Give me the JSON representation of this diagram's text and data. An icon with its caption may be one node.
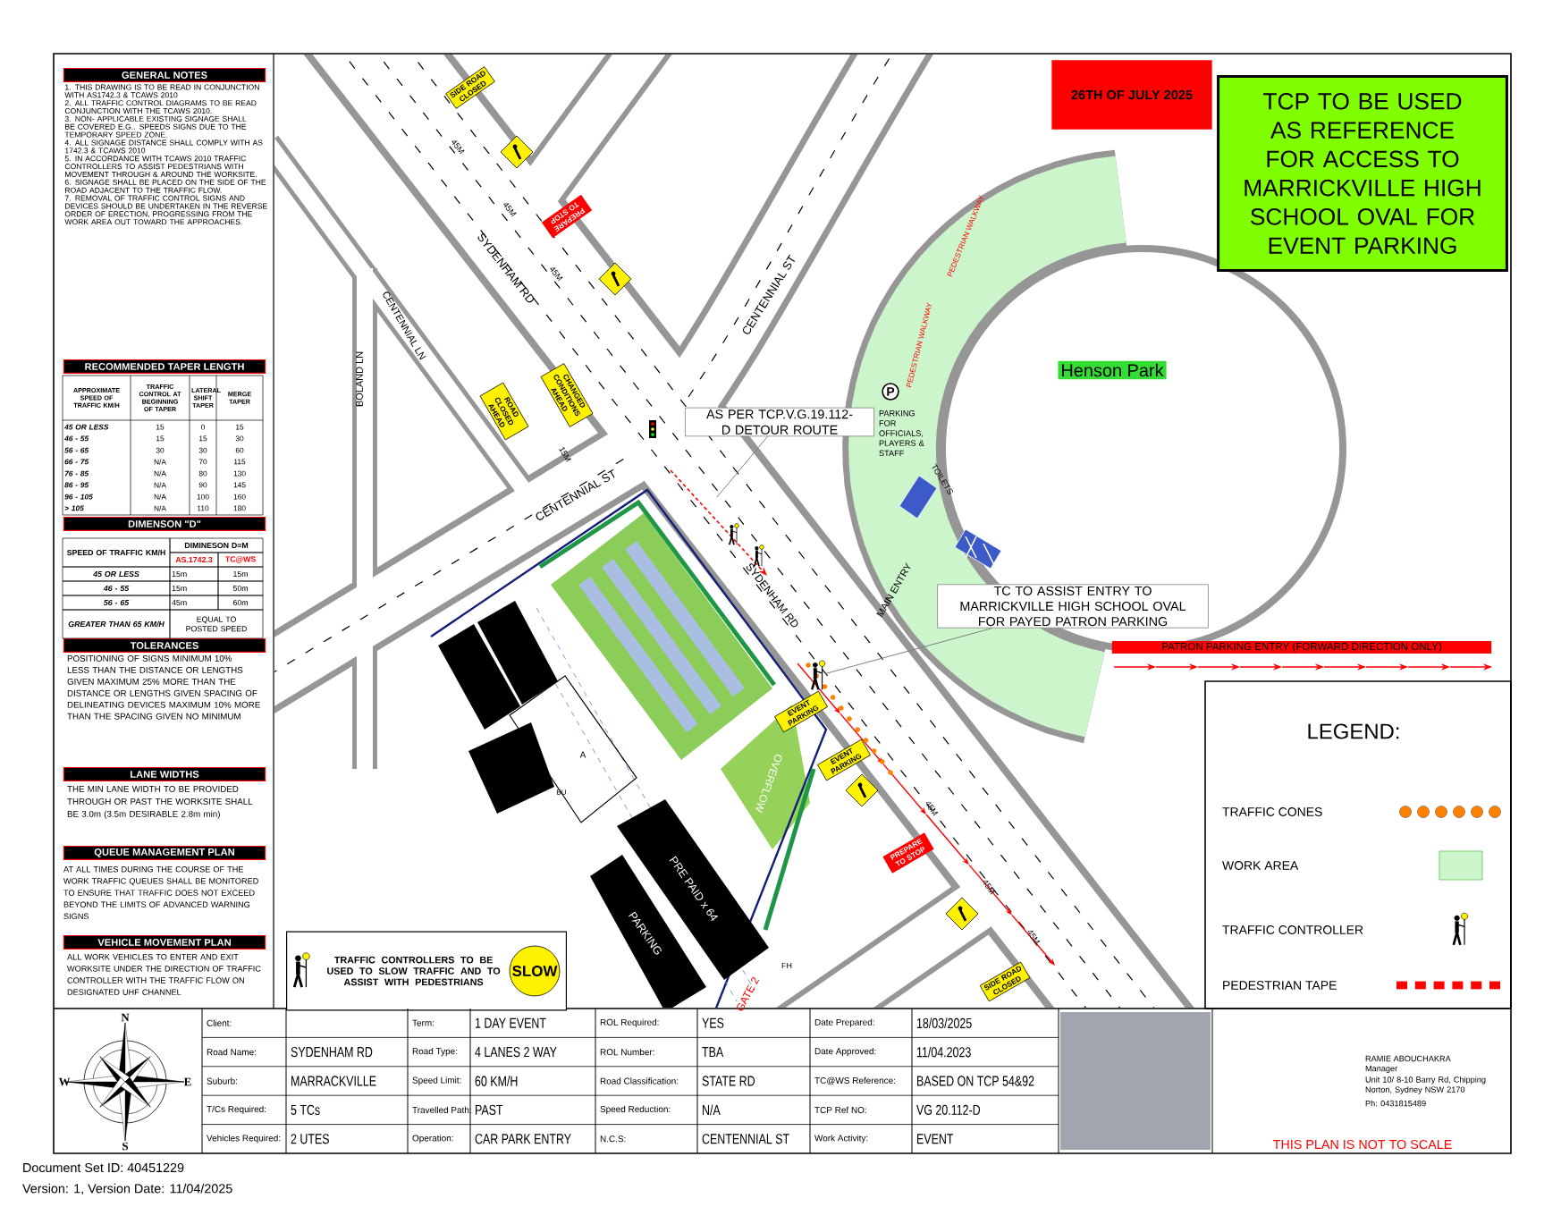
{
  "diagram": {
    "nodes": [
      {
        "text": [
          "GENERAL NOTES"
        ]
      },
      {
        "text": [
          "RECOMMENDED TAPER LENGTH"
        ]
      },
      {
        "text": [
          "DIMENSON \"D\""
        ]
      },
      {
        "text": [
          "TOLERANCES"
        ]
      },
      {
        "text": [
          "LANE WIDTHS"
        ]
      },
      {
        "text": [
          "QUEUE MANAGEMENT PLAN"
        ]
      },
      {
        "text": [
          "VEHICLE MOVEMENT PLAN"
        ]
      },
      {
        "text": [
          "SIDE ROAD CLOSED"
        ]
      },
      {
        "text": [
          "PREPARE TO STOP"
        ]
      },
      {
        "text": [
          "26TH OF JULY 2025"
        ]
      },
      {
        "text": [
          "TCP TO BE USED AS REFERENCE FOR ACCESS TO MARRICKVILLE HIGH SCHOOL OVAL FOR EVENT PARKING"
        ]
      },
      {
        "text": [
          "ROAD CLOSED AHEAD"
        ]
      },
      {
        "text": [
          "CHANGED CONDITIONS AHEAD"
        ]
      },
      {
        "text": [
          "Henson Park"
        ]
      },
      {
        "text": [
          "AS PER TCP.V.G.19.112-D DETOUR ROUTE"
        ]
      },
      {
        "text": [
          "TC TO ASSIST ENTRY TO MARRICKVILLE HIGH SCHOOL OVAL FOR PAYED PATRON PARKING"
        ]
      },
      {
        "text": [],
        "shape": "person"
      },
      {
        "text": [
          "PATRON PARKING ENTRY (FORWARD DIRECTION ONLY)"
        ]
      },
      {
        "text": [
          "EVENT PARKING"
        ]
      },
      {
        "text": [
          "EVENT PARKING"
        ]
      },
      {
        "text": [
          "PREPARE TO STOP"
        ]
      },
      {
        "text": [
          "SIDE ROAD CLOSED"
        ]
      },
      {
        "text": [
          "TRAFFIC CONTROLLERS TO BE USED TO SLOW TRAFFIC AND TO ASSIST WITH PEDESTRIANS"
        ]
      },
      {
        "text": [
          "SLOW"
        ],
        "in": 22
      }
    ],
    "edges": [
      {
        "from": 14,
        "to": null,
        "arrow": "none"
      },
      {
        "from": 15,
        "to": 16,
        "arrow": "none"
      }
    ],
    "labels": [
      "1. THIS DRAWING IS TO BE READ IN CONJUNCTION WITH AS1742.3 & TCAWS 2010",
      "2. ALL TRAFFIC CONTROL DIAGRAMS TO BE READ CONJUNCTION WITH THE TCAWS 2010.",
      "3. NON- APPLICABLE EXISTING SIGNAGE SHALL BE COVERED E.G.. SPEEDS SIGNS DUE TO THE TEMPORARY SPEED ZONE.",
      "4. ALL SIGNAGE DISTANCE SHALL COMPLY WITH AS 1742.3 & TCAWS 2010",
      "5. IN ACCORDANCE WITH TCAWS 2010 TRAFFIC CONTROLLERS TO ASSIST PEDESTRIANS WITH MOVEMENT THROUGH & AROUND THE WORKSITE.",
      "6. SIGNAGE SHALL BE PLACED ON THE SIDE OF THE ROAD ADJACENT TO THE TRAFFIC FLOW.",
      "7. REMOVAL OF TRAFFIC CONTROL SIGNS AND DEVICES SHOULD BE UNDERTAKEN IN THE REVERSE ORDER OF ERECTION, PROGRESSING FROM THE WORK AREA OUT TOWARD THE APPROACHES.",
      "APPROXIMATE SPEED OF TRAFFIC KM/H",
      "TRAFFIC CONTROL AT BEGINNING OF TAPER",
      "LATERAL SHIFT TAPER",
      "MERGE TAPER",
      "45 OR LESS",
      "15",
      "0",
      "15",
      "46 - 55",
      "15",
      "15",
      "30",
      "56 - 65",
      "30",
      "30",
      "60",
      "66 - 75",
      "N/A",
      "70",
      "115",
      "76 - 85",
      "N/A",
      "80",
      "130",
      "86 - 95",
      "N/A",
      "90",
      "145",
      "96 - 105",
      "N/A",
      "100",
      "160",
      "> 105",
      "N/A",
      "110",
      "180",
      "SPEED OF TRAFFIC KM/H",
      "DIMINESON D=M",
      "AS.1742.3",
      "TC@WS",
      "45 OR LESS",
      "15m",
      "15m",
      "46 - 55",
      "15m",
      "50m",
      "56 - 65",
      "45m",
      "60m",
      "GREATER THAN 65 KM/H",
      "EQUAL TO POSTED SPEED",
      "POSITIONING OF SIGNS MINIMUM 10% LESS THAN THE DISTANCE OR LENGTHS GIVEN MAXIMUM 25% MORE THAN THE DISTANCE OR LENGTHS GIVEN SPACING OF DELINEATING DEVICES MAXIMUM 10% MORE THAN THE SPACING GIVEN NO MINIMUM",
      "THE MIN LANE WIDTH TO BE PROVIDED THROUGH OR PAST THE WORKSITE SHALL BE 3.0m (3.5m DESIRABLE 2.8m min)",
      "AT ALL TIMES DURING THE COURSE OF THE WORK TRAFFIC QUEUES SHALL BE MONITORED TO ENSURE THAT TRAFFIC DOES NOT EXCEED BEYOND THE LIMITS OF ADVANCED WARNING SIGNS",
      "ALL WORK VEHICLES TO ENTER AND EXIT WORKSITE UNDER THE DIRECTION OF TRAFFIC CONTROLLER WITH THE TRAFFIC FLOW ON DESIGNATED UHF CHANNEL",
      "45M",
      "45M",
      "45M",
      "SYDENHAM RD",
      "CENTENNIAL LN",
      "BOLAND LN",
      "CENTENNIAL ST",
      "PEDESTRIAN WALKWAY",
      "PEDESTRIAN WALKWAY",
      "PARKING FOR OFFICIALS, PLAYERS & STAFF",
      "15M",
      "CENTENNIAL ST",
      "TOILETS",
      "SYDENHAM RD",
      "MAIN ENTRY",
      "A",
      "BU",
      "OVERFLOW",
      "45M",
      "PRE PAID x 64",
      "45M",
      "PARKING",
      "45M",
      "FH",
      "GATE 2",
      "LEGEND:",
      "N",
      "W",
      "E",
      "S",
      "Client:",
      "Term:",
      "1 DAY EVENT",
      "ROL Required:",
      "YES",
      "Date Prepared:",
      "18/03/2025",
      "Road Name:",
      "SYDENHAM RD",
      "Road Type:",
      "4 LANES 2 WAY",
      "ROL Number:",
      "TBA",
      "Date Approved:",
      "11/04.2023",
      "Suburb:",
      "MARRACKVILLE",
      "Speed Limit:",
      "60 KM/H",
      "Road Classification:",
      "STATE RD",
      "TC@WS Reference:",
      "BASED ON TCP 54&92",
      "T/Cs Required:",
      "5 TCs",
      "Travelled Path:",
      "PAST",
      "Speed Reduction:",
      "N/A",
      "TCP Ref NO:",
      "VG 20.112-D",
      "Vehicles Required:",
      "2 UTES",
      "Operation:",
      "CAR PARK ENTRY",
      "N.C.S:",
      "CENTENNIAL ST",
      "Work Activity:",
      "EVENT",
      "RAMIE ABOUCHAKRA",
      "Manager",
      "Unit 10/ 8-10 Barry Rd, Chipping Norton, Sydney NSW 2170",
      "Ph: 0431815489",
      "THIS PLAN IS NOT TO SCALE",
      "Document Set ID: 40451229",
      "Version: 1, Version Date: 11/04/2025",
      "P"
    ],
    "legend": [
      {
        "text": "TRAFFIC CONES"
      },
      {
        "text": "WORK AREA",
        "color": "#ccf5cc"
      },
      {
        "text": "TRAFFIC CONTROLLER"
      },
      {
        "text": "PEDESTRIAN TAPE"
      }
    ]
  }
}
